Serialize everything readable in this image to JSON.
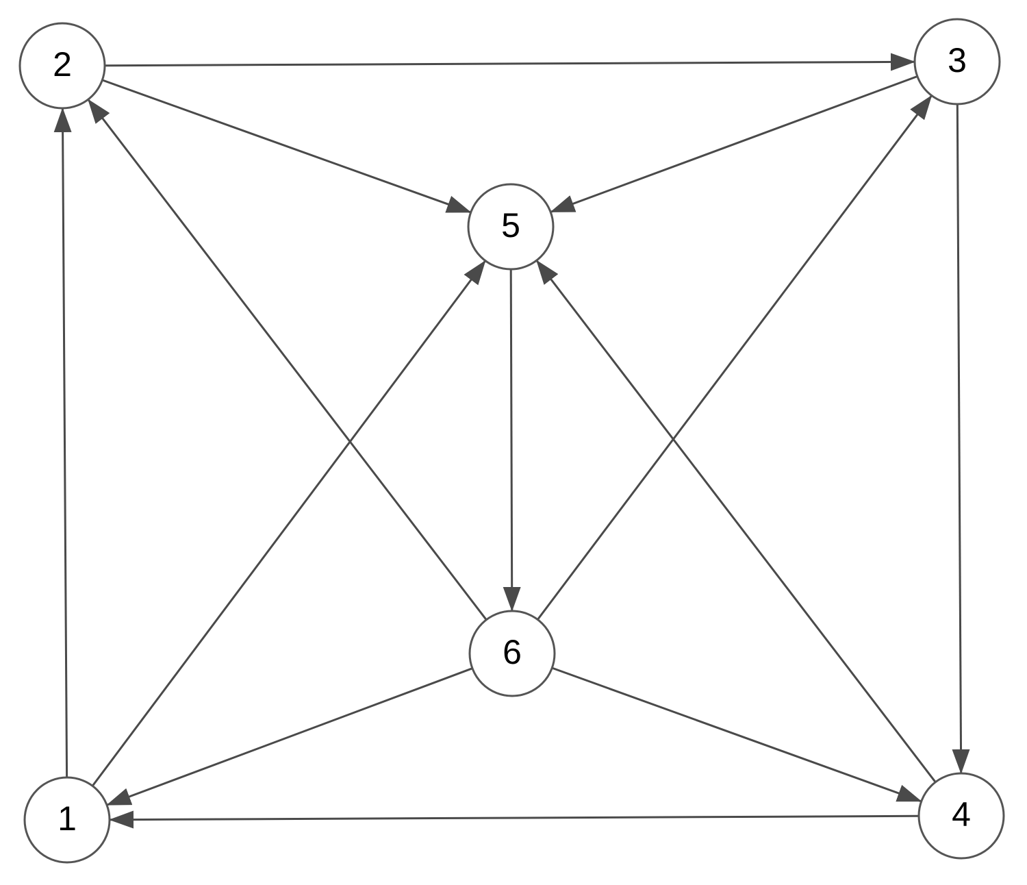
{
  "diagram": {
    "type": "directed-graph",
    "colors": {
      "edge": "#4a4a4a",
      "node_stroke": "#555555",
      "node_fill": "#ffffff",
      "label": "#000000"
    },
    "nodes": [
      {
        "id": "1",
        "label": "1"
      },
      {
        "id": "2",
        "label": "2"
      },
      {
        "id": "3",
        "label": "3"
      },
      {
        "id": "4",
        "label": "4"
      },
      {
        "id": "5",
        "label": "5"
      },
      {
        "id": "6",
        "label": "6"
      }
    ],
    "edges": [
      {
        "from": "1",
        "to": "2"
      },
      {
        "from": "1",
        "to": "5"
      },
      {
        "from": "2",
        "to": "3"
      },
      {
        "from": "2",
        "to": "5"
      },
      {
        "from": "3",
        "to": "4"
      },
      {
        "from": "3",
        "to": "5"
      },
      {
        "from": "4",
        "to": "1"
      },
      {
        "from": "4",
        "to": "5"
      },
      {
        "from": "5",
        "to": "6"
      },
      {
        "from": "6",
        "to": "1"
      },
      {
        "from": "6",
        "to": "2"
      },
      {
        "from": "6",
        "to": "3"
      },
      {
        "from": "6",
        "to": "4"
      }
    ]
  }
}
